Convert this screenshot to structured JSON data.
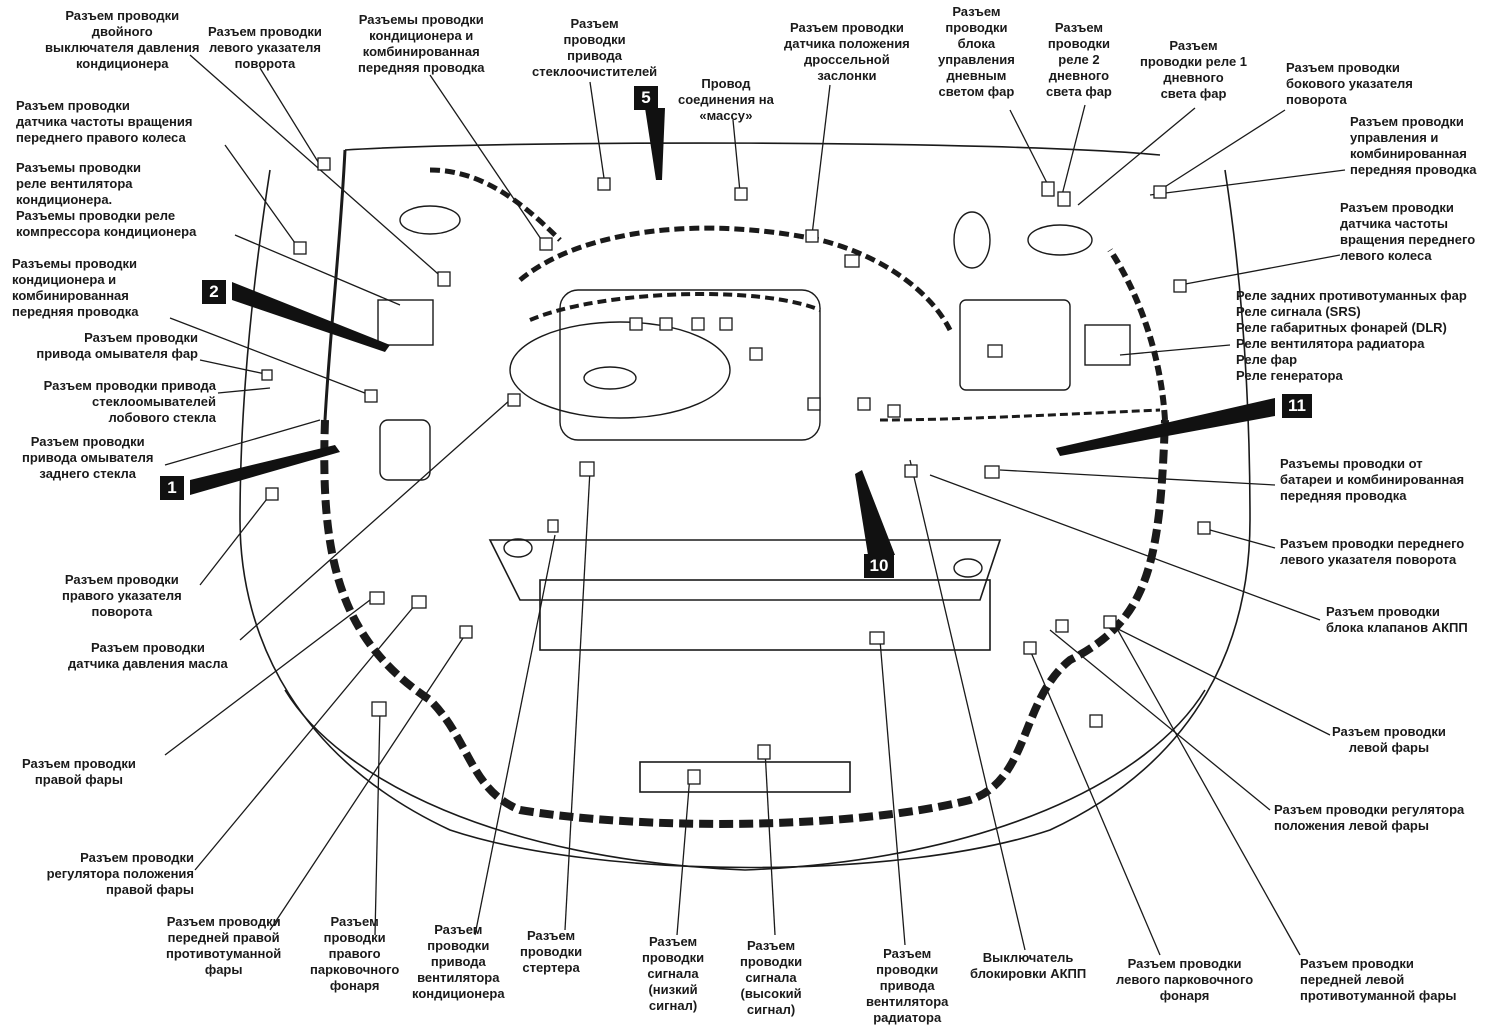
{
  "labels": {
    "l01": "Разъем проводки\nдвойного\nвыключателя давления\nкондиционера",
    "l02": "Разъем проводки\nлевого указателя\nповорота",
    "l03": "Разъемы проводки\nкондиционера и\nкомбинированная\nпередняя проводка",
    "l04": "Разъем\nпроводки\nпривода\nстеклоочистителей",
    "l05": "Провод\nсоединения на\n«массу»",
    "l06": "Разъем проводки\nдатчика положения\nдроссельной\nзаслонки",
    "l07": "Разъем\nпроводки\nблока\nуправления\nдневным\nсветом фар",
    "l08": "Разъем\nпроводки\nреле 2\nдневного\nсвета фар",
    "l09": "Разъем\nпроводки реле 1\nдневного\nсвета фар",
    "l10": "Разъем проводки\nбокового указателя\nповорота",
    "l11": "Разъем проводки\nдатчика частоты вращения\nпереднего правого колеса",
    "l12": "Разъемы проводки\nреле вентилятора\nкондиционера.\nРазъемы проводки реле\nкомпрессора кондиционера",
    "l13": "Разъем проводки\nуправления и\nкомбинированная\nпередняя проводка",
    "l14": "Разъем проводки\nдатчика частоты\nвращения переднего\nлевого колеса",
    "l15": "Разъемы проводки\nкондиционера и\nкомбинированная\nпередняя проводка",
    "l16": "Реле задних противотуманных фар\nРеле сигнала (SRS)\nРеле габаритных фонарей (DLR)\nРеле вентилятора радиатора\nРеле фар\nРеле генератора",
    "l17": "Разъем проводки\nпривода омывателя фар",
    "l18": "Разъем проводки привода\nстеклоомывателей\nлобового стекла",
    "l19": "Разъем проводки\nпривода омывателя\nзаднего стекла",
    "l20": "Разъемы проводки от\nбатареи и комбинированная\nпередняя проводка",
    "l21": "Разъем проводки переднего\nлевого указателя поворота",
    "l22": "Разъем проводки\nправого указателя\nповорота",
    "l23": "Разъем проводки\nблока клапанов АКПП",
    "l24": "Разъем проводки\nдатчика давления масла",
    "l25": "Разъем проводки\nлевой фары",
    "l26": "Разъем проводки\nправой фары",
    "l27": "Разъем проводки регулятора\nположения левой фары",
    "l28": "Разъем проводки\nрегулятора положения\nправой фары",
    "l29": "Разъем проводки\nпередней правой\nпротивотуманной\nфары",
    "l30": "Разъем\nпроводки\nправого\nпарковочного\nфонаря",
    "l31": "Разъем\nпроводки\nпривода\nвентилятора\nкондиционера",
    "l32": "Разъем\nпроводки\nстертера",
    "l33": "Разъем\nпроводки\nсигнала\n(низкий\nсигнал)",
    "l34": "Разъем\nпроводки\nсигнала\n(высокий\nсигнал)",
    "l35": "Разъем\nпроводки\nпривода\nвентилятора\nрадиатора",
    "l36": "Выключатель\nблокировки АКПП",
    "l37": "Разъем проводки\nлевого парковочного\nфонаря",
    "l38": "Разъем проводки\nпередней левой\nпротивотуманной фары"
  },
  "markers": [
    "1",
    "2",
    "5",
    "10",
    "11"
  ],
  "colors": {
    "line": "#1a1a1a",
    "badge_bg": "#111111",
    "badge_text": "#ffffff",
    "background": "#ffffff"
  }
}
